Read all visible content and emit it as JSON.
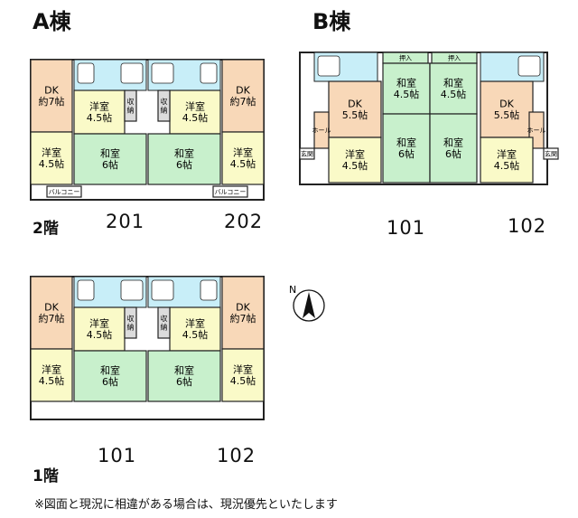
{
  "headings": {
    "a": "A棟",
    "b": "B棟"
  },
  "floors": {
    "second": "2階",
    "first": "1階"
  },
  "note": "※図面と現況に相違がある場合は、現況優先といたします",
  "colors": {
    "dk": "#f8d8b8",
    "western": "#fafac8",
    "washitsu": "#c8f0cc",
    "wet": "#c8eef8",
    "storage": "#dcdcdc",
    "hall": "#f8d8b8",
    "wall": "#222222"
  },
  "room_types": {
    "dk_7": "DK|約7帖",
    "dk_55": "DK|5.5帖",
    "western_45": "洋室|4.5帖",
    "washitsu_6": "和室|6帖",
    "washitsu_45": "和室|4.5帖",
    "storage": "収|納",
    "oshiire": "押入",
    "hall": "ホール",
    "genkan": "玄関",
    "balcony": "バルコニー"
  },
  "plans": {
    "a2": {
      "units": [
        "201",
        "202"
      ]
    },
    "a1": {
      "units": [
        "101",
        "102"
      ]
    },
    "b": {
      "units": [
        "101",
        "102"
      ]
    }
  },
  "compass": {
    "north": "N"
  }
}
